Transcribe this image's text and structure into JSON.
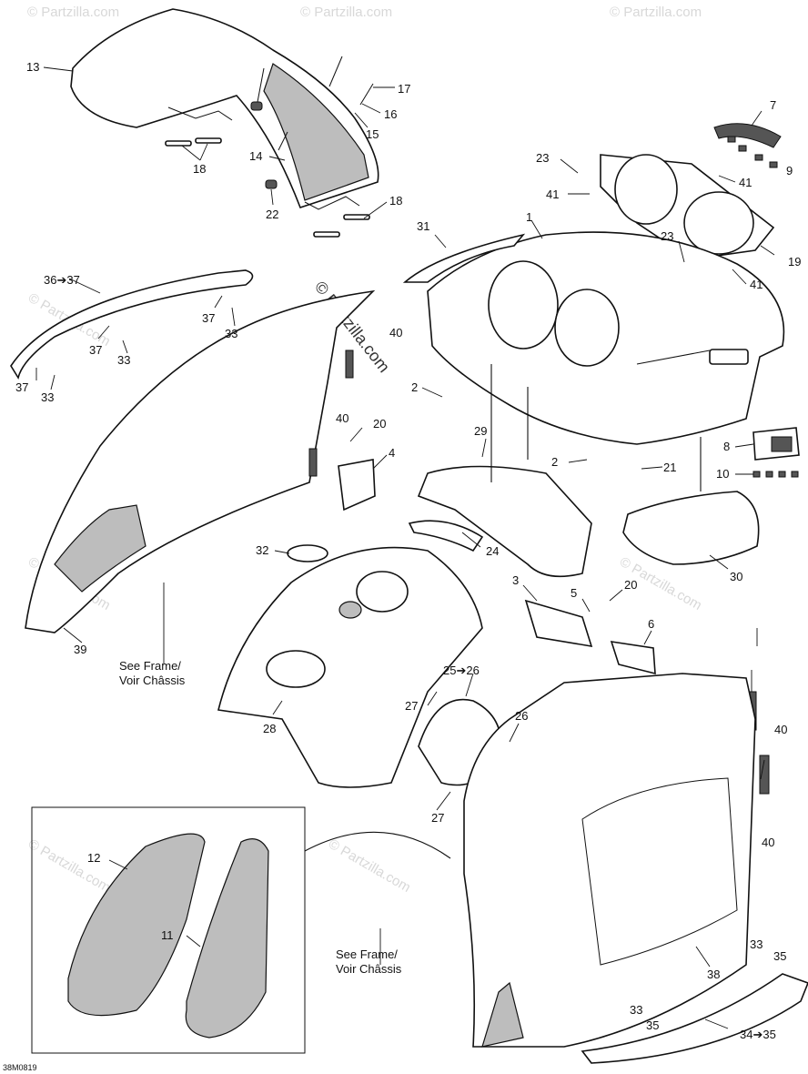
{
  "diagram": {
    "drawing_code": "38M0819",
    "watermark": "© Partzilla.com",
    "callouts": {
      "c1": "1",
      "c2a": "2",
      "c2b": "2",
      "c3": "3",
      "c4": "4",
      "c5": "5",
      "c6": "6",
      "c7": "7",
      "c8": "8",
      "c9": "9",
      "c10": "10",
      "c11": "11",
      "c12": "12",
      "c13": "13",
      "c14": "14",
      "c15": "15",
      "c16": "16",
      "c17": "17",
      "c18a": "18",
      "c18b": "18",
      "c19": "19",
      "c20a": "20",
      "c20b": "20",
      "c21": "21",
      "c22": "22",
      "c23a": "23",
      "c23b": "23",
      "c24": "24",
      "c2526": "25➔26",
      "c26": "26",
      "c27a": "27",
      "c27b": "27",
      "c28": "28",
      "c29": "29",
      "c30": "30",
      "c31": "31",
      "c32": "32",
      "c33a": "33",
      "c33b": "33",
      "c33c": "33",
      "c33d": "33",
      "c3435": "34➔35",
      "c35a": "35",
      "c35b": "35",
      "c3637": "36➔37",
      "c37a": "37",
      "c37b": "37",
      "c37c": "37",
      "c38": "38",
      "c39": "39",
      "c40a": "40",
      "c40b": "40",
      "c40c": "40",
      "c40d": "40",
      "c41a": "41",
      "c41b": "41",
      "c41c": "41"
    },
    "notes": {
      "frame_left_1": "See Frame/",
      "frame_left_2": "Voir Châssis",
      "frame_right_1": "See Frame/",
      "frame_right_2": "Voir Châssis"
    }
  }
}
